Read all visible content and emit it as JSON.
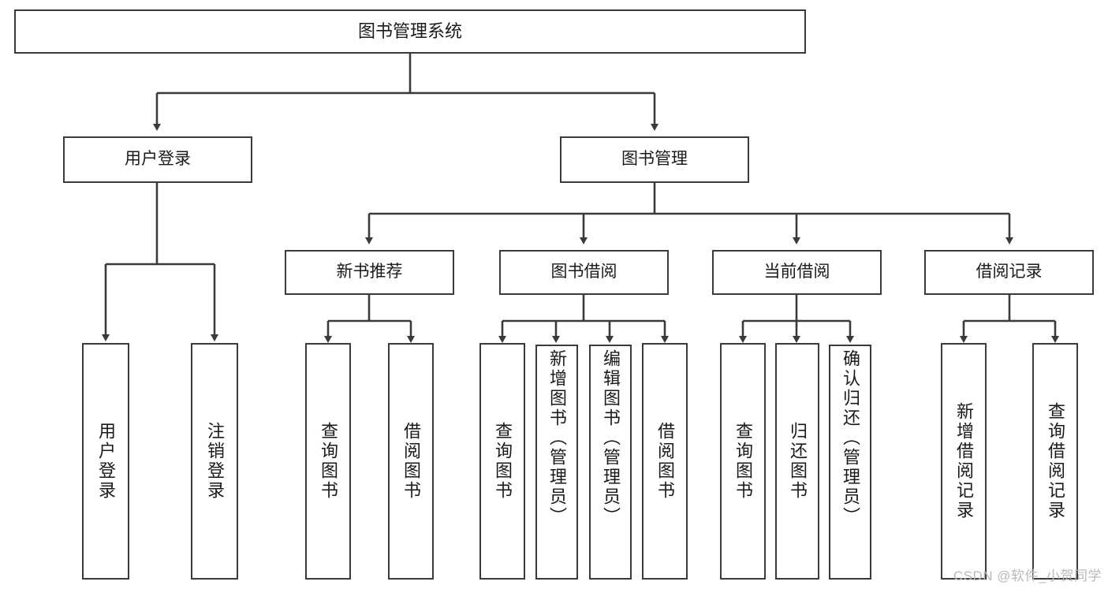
{
  "diagram": {
    "title": "图书管理系统",
    "type": "tree",
    "root": {
      "id": "root",
      "label": "图书管理系统"
    },
    "level2": [
      {
        "id": "user-login",
        "label": "用户登录"
      },
      {
        "id": "book-management",
        "label": "图书管理"
      }
    ],
    "level3": [
      {
        "id": "new-book-recommend",
        "label": "新书推荐",
        "parent": "book-management"
      },
      {
        "id": "book-borrow",
        "label": "图书借阅",
        "parent": "book-management"
      },
      {
        "id": "current-borrow",
        "label": "当前借阅",
        "parent": "book-management"
      },
      {
        "id": "borrow-record",
        "label": "借阅记录",
        "parent": "book-management"
      }
    ],
    "leaves": {
      "user-login": [
        {
          "id": "leaf-user-login",
          "label": "用户登录"
        },
        {
          "id": "leaf-logout",
          "label": "注销登录"
        }
      ],
      "new-book-recommend": [
        {
          "id": "leaf-query-book-1",
          "label": "查询图书"
        },
        {
          "id": "leaf-borrow-book-1",
          "label": "借阅图书"
        }
      ],
      "book-borrow": [
        {
          "id": "leaf-query-book-2",
          "label": "查询图书"
        },
        {
          "id": "leaf-add-book",
          "label": "新增图书（管理员）"
        },
        {
          "id": "leaf-edit-book",
          "label": "编辑图书（管理员）"
        },
        {
          "id": "leaf-borrow-book-2",
          "label": "借阅图书"
        }
      ],
      "current-borrow": [
        {
          "id": "leaf-query-book-3",
          "label": "查询图书"
        },
        {
          "id": "leaf-return-book",
          "label": "归还图书"
        },
        {
          "id": "leaf-confirm-return",
          "label": "确认归还（管理员）"
        }
      ],
      "borrow-record": [
        {
          "id": "leaf-add-record",
          "label": "新增借阅记录"
        },
        {
          "id": "leaf-query-record",
          "label": "查询借阅记录"
        }
      ]
    }
  },
  "watermark": {
    "text": "CSDN @软件_小贺同学"
  },
  "colors": {
    "stroke": "#3a3a3a",
    "background": "#ffffff",
    "text": "#1a1a1a",
    "watermark": "#b9b9b9"
  }
}
